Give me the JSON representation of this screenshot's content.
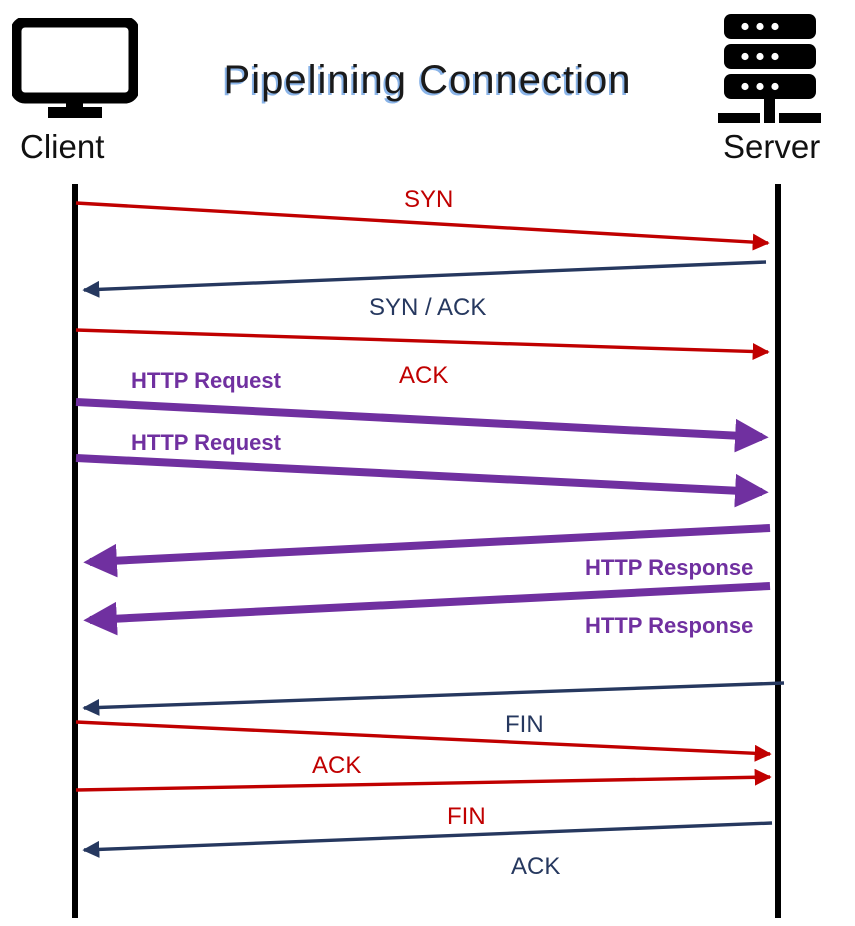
{
  "title": "Pipelining Connection",
  "actors": {
    "client": {
      "label": "Client",
      "icon": "monitor-icon"
    },
    "server": {
      "label": "Server",
      "icon": "server-rack-icon"
    }
  },
  "colors": {
    "red": "#C00000",
    "navy": "#26385F",
    "purple": "#7030A0",
    "lifeline": "#000000",
    "title_shadow": "#8AB4E8",
    "background": "#FFFFFF"
  },
  "chart_data": {
    "type": "sequence-diagram",
    "title": "Pipelining Connection",
    "participants": [
      "Client",
      "Server"
    ],
    "messages": [
      {
        "label": "SYN",
        "from": "Client",
        "to": "Server",
        "color": "#C00000",
        "bold": false
      },
      {
        "label": "SYN / ACK",
        "from": "Server",
        "to": "Client",
        "color": "#26385F",
        "bold": false
      },
      {
        "label": "ACK",
        "from": "Client",
        "to": "Server",
        "color": "#C00000",
        "bold": false
      },
      {
        "label": "HTTP Request",
        "from": "Client",
        "to": "Server",
        "color": "#7030A0",
        "bold": true
      },
      {
        "label": "HTTP Request",
        "from": "Client",
        "to": "Server",
        "color": "#7030A0",
        "bold": true
      },
      {
        "label": "HTTP Response",
        "from": "Server",
        "to": "Client",
        "color": "#7030A0",
        "bold": true
      },
      {
        "label": "HTTP Response",
        "from": "Server",
        "to": "Client",
        "color": "#7030A0",
        "bold": true
      },
      {
        "label": "FIN",
        "from": "Server",
        "to": "Client",
        "color": "#26385F",
        "bold": false
      },
      {
        "label": "ACK",
        "from": "Client",
        "to": "Server",
        "color": "#C00000",
        "bold": false
      },
      {
        "label": "FIN",
        "from": "Client",
        "to": "Server",
        "color": "#C00000",
        "bold": false
      },
      {
        "label": "ACK",
        "from": "Server",
        "to": "Client",
        "color": "#26385F",
        "bold": false
      }
    ]
  },
  "labels": {
    "syn": "SYN",
    "syn_ack": "SYN / ACK",
    "ack1": "ACK",
    "http_request_1": "HTTP Request",
    "http_request_2": "HTTP Request",
    "http_response_1": "HTTP Response",
    "http_response_2": "HTTP Response",
    "fin1": "FIN",
    "ack2": "ACK",
    "fin2": "FIN",
    "ack3": "ACK"
  }
}
